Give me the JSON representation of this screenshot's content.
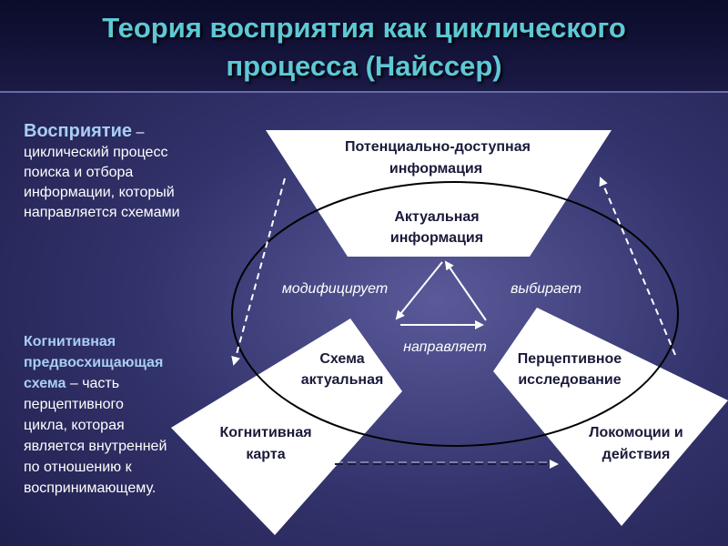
{
  "title": {
    "line1": "Теория восприятия как циклического",
    "line2": "процесса (Найссер)"
  },
  "definition": {
    "term": "Восприятие",
    "dash": " –",
    "lines": [
      "циклический процесс",
      "поиска и отбора",
      "информации, который",
      "направляется схемами"
    ]
  },
  "schema_def": {
    "term_lines": [
      "Когнитивная",
      "предвосхищающая",
      "схема"
    ],
    "rest_after_term": " – часть",
    "lines": [
      "перцептивного",
      "цикла, которая",
      "является внутренней",
      "по отношению к",
      "воспринимающему."
    ]
  },
  "nodes": {
    "potential": [
      "Потенциально-доступная",
      "информация"
    ],
    "actual": [
      "Актуальная",
      "информация"
    ],
    "schema": [
      "Схема",
      "актуальная"
    ],
    "perceptual": [
      "Перцептивное",
      "исследование"
    ],
    "cognitive_map": [
      "Когнитивная",
      "карта"
    ],
    "locomotion": [
      "Локомоции и",
      "действия"
    ]
  },
  "relations": {
    "modifies": "модифицирует",
    "selects": "выбирает",
    "directs": "направляет"
  },
  "colors": {
    "title": "#5ec8d6",
    "term": "#a9cef2",
    "shape_fill": "#ffffff",
    "background": "#34346e"
  }
}
